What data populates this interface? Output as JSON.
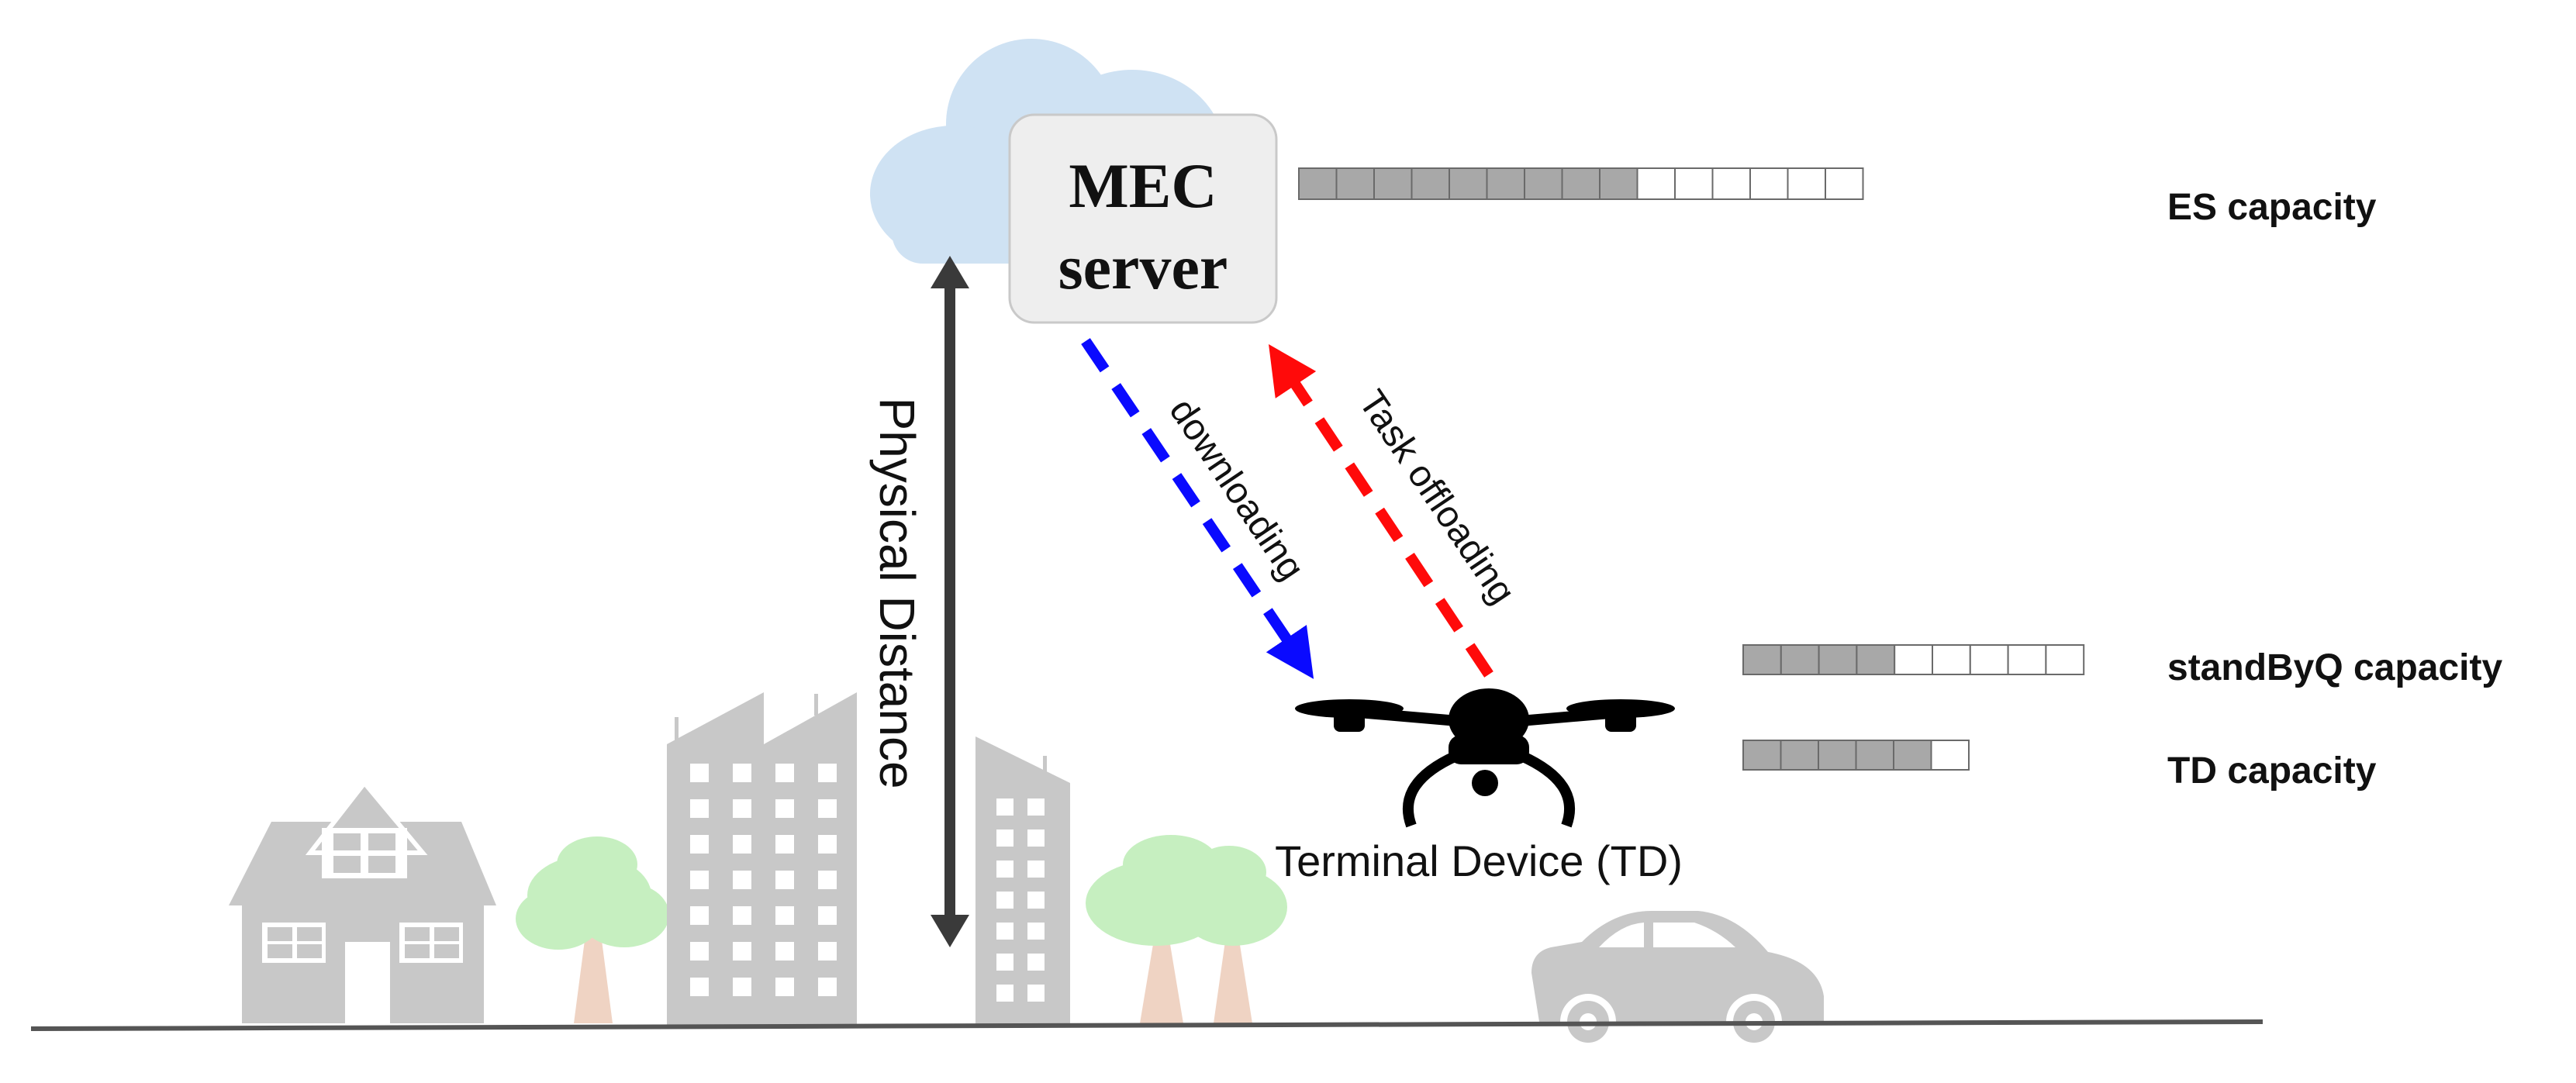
{
  "server": {
    "line1": "MEC",
    "line2": "server"
  },
  "links": {
    "download": "downloading",
    "offload": "Task offloading",
    "distance": "Physical Distance"
  },
  "device": {
    "label": "Terminal Device (TD)"
  },
  "capacities": [
    {
      "id": "es",
      "label": "ES capacity",
      "total_cells": 15,
      "filled_cells": 9
    },
    {
      "id": "standby",
      "label": "standByQ capacity",
      "total_cells": 9,
      "filled_cells": 4
    },
    {
      "id": "td",
      "label": "TD capacity",
      "total_cells": 6,
      "filled_cells": 5
    }
  ],
  "colors": {
    "cloud": "#cfe2f3",
    "server_box": "#eeeeee",
    "download_arrow": "#0a0aff",
    "offload_arrow": "#ff0a0a",
    "cell_filled": "#a8a8a8",
    "cell_empty": "#ffffff",
    "scenery": "#c8c8c8",
    "tree_foliage": "#c6efc0",
    "tree_trunk": "#efd3c3",
    "drone": "#000000",
    "ground": "#555555"
  },
  "icons": [
    "cloud-icon",
    "drone-icon",
    "house-icon",
    "building-icon",
    "tree-icon",
    "car-icon"
  ]
}
